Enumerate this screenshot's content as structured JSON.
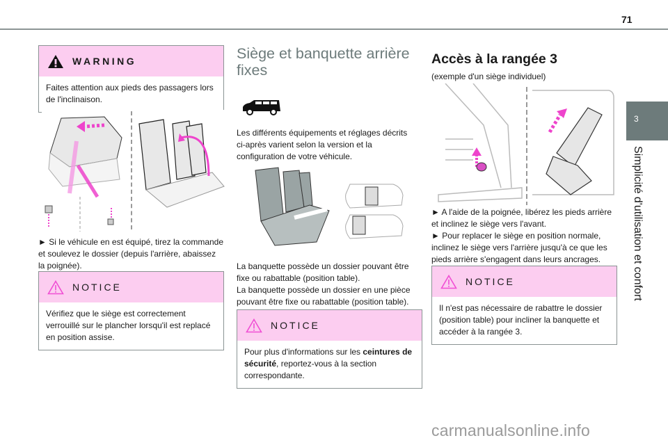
{
  "header": {
    "page_number": "71"
  },
  "chapter": {
    "number": "3",
    "title": "Simplicité d'utilisation et confort"
  },
  "column1": {
    "warning": {
      "title": "WARNING",
      "text": "Faites attention aux pieds des passagers lors de l'inclinaison."
    },
    "figure_alt": "seat-backrest-lift-illustration",
    "instruction": "► Si le véhicule en est équipé, tirez la commande et soulevez le dossier (depuis l'arrière, abaissez la poignée).",
    "notice": {
      "title": "NOTICE",
      "text": "Vérifiez que le siège est correctement verrouillé sur le plancher lorsqu'il est replacé en position assise."
    }
  },
  "column2": {
    "heading": "Siège et banquette arrière fixes",
    "vehicle_icon": "van-icon",
    "intro": "Les différents équipements et réglages décrits ci-après varient selon la version et la configuration de votre véhicule.",
    "figure_alt": "fixed-rear-bench-illustration",
    "para1": "La banquette possède un dossier pouvant être fixe ou rabattable (position table).",
    "para2": "La banquette possède un dossier en une pièce pouvant être fixe ou rabattable (position table).",
    "notice": {
      "title": "NOTICE",
      "text_before": "Pour plus d'informations sur les ",
      "text_bold": "ceintures de sécurité",
      "text_after": ", reportez-vous à la section correspondante."
    }
  },
  "column3": {
    "heading": "Accès à la rangée 3",
    "subtitle": "(exemple d'un siège individuel)",
    "figure_alt": "row3-access-seat-tilt-illustration",
    "step1": "► A l'aide de la poignée, libérez les pieds arrière et inclinez le siège vers l'avant.",
    "step2": "► Pour replacer le siège en position normale, inclinez le siège vers l'arrière jusqu'à ce que les pieds arrière s'engagent dans leurs ancrages.",
    "notice": {
      "title": "NOTICE",
      "text": "Il n'est pas nécessaire de rabattre le dossier (position table) pour incliner la banquette et accéder à la rangée 3."
    }
  },
  "watermark": "carmanualsonline.info",
  "colors": {
    "accent_pink": "#f04fd4",
    "box_header_bg": "#fccdf0",
    "chapter_tab_bg": "#6d7b7b",
    "heading_gray": "#6d7b7b",
    "rule": "#8c9494"
  }
}
